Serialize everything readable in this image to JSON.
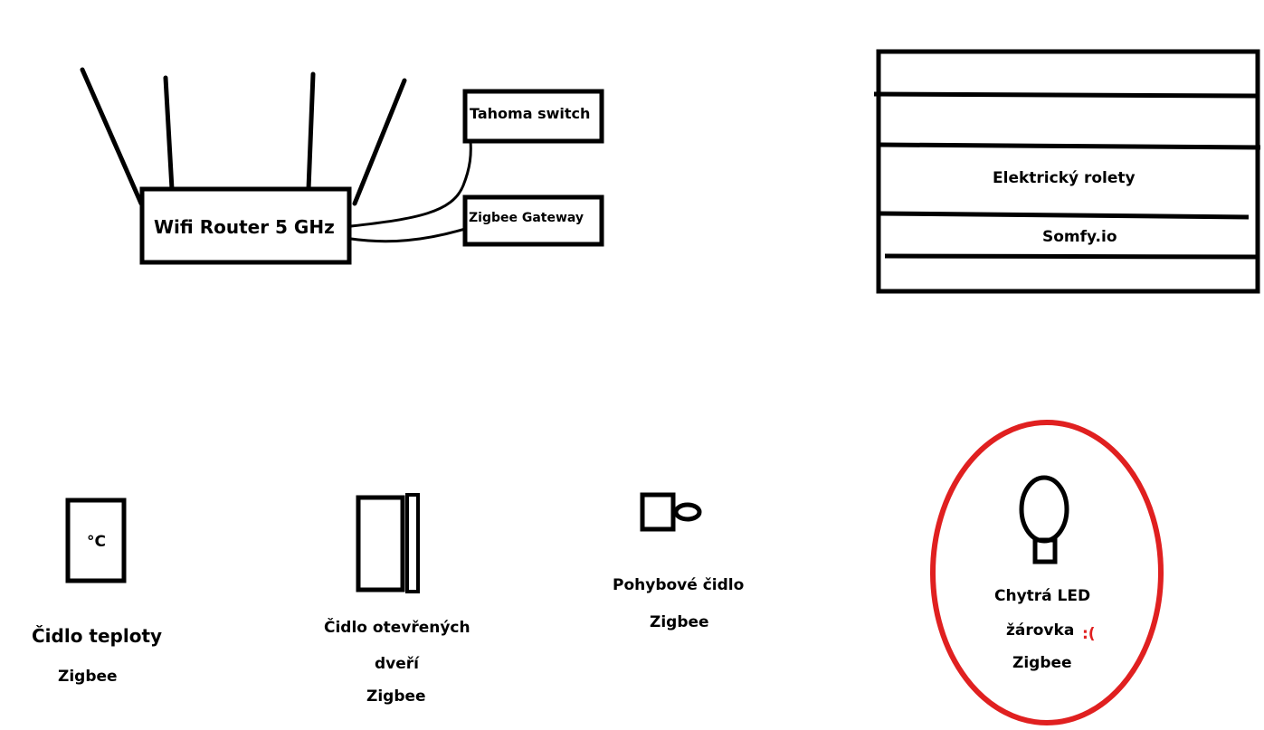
{
  "router": {
    "label": "Wifi Router 5 GHz"
  },
  "tahoma": {
    "label": "Tahoma switch"
  },
  "zigbee_gateway": {
    "label": "Zigbee Gateway"
  },
  "blinds": {
    "label1": "Elektrický rolety",
    "label2": "Somfy.io"
  },
  "temp_sensor": {
    "icon_text": "°C",
    "name": "Čidlo teploty",
    "protocol": "Zigbee"
  },
  "door_sensor": {
    "name_line1": "Čidlo otevřených",
    "name_line2": "dveří",
    "protocol": "Zigbee"
  },
  "motion_sensor": {
    "name": "Pohybové čidlo",
    "protocol": "Zigbee"
  },
  "led_bulb": {
    "name_line1": "Chytrá LED",
    "name_line2": "žárovka",
    "emoticon": ":(",
    "protocol": "Zigbee"
  },
  "colors": {
    "stroke": "#000000",
    "highlight": "#e02020",
    "background": "#ffffff"
  }
}
